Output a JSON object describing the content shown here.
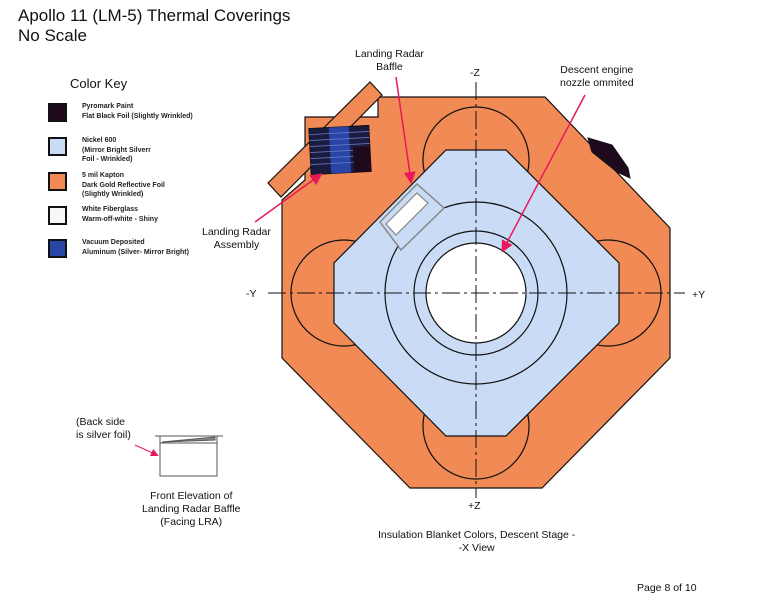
{
  "title": {
    "line1": "Apollo 11 (LM-5) Thermal Coverings",
    "line2": "No Scale"
  },
  "color_key": {
    "title": "Color Key",
    "items": [
      {
        "color": "#1e0a1c",
        "lines": [
          "Pyromark Paint",
          "Flat Black Foil (Slightly Wrinkled)"
        ]
      },
      {
        "color": "#c9dbf5",
        "lines": [
          "Nickel 600",
          "(Mirror Bright Silverr",
          "Foil - Wrinkled)"
        ]
      },
      {
        "color": "#f28a55",
        "lines": [
          "5 mil Kapton",
          "Dark Gold Reflective Foil",
          "(Slightly Wrinkled)"
        ]
      },
      {
        "color": "#f8f8f8",
        "lines": [
          "White Fiberglass",
          "Warm-off-white - Shiny"
        ]
      },
      {
        "color": "#2a45a8",
        "lines": [
          "Vacuum Deposited",
          "Aluminum (Silver- Mirror Bright)"
        ]
      }
    ]
  },
  "labels": {
    "baffle": [
      "Landing Radar",
      "Baffle"
    ],
    "nozzle": [
      "Descent engine",
      "nozzle ommited"
    ],
    "assembly": [
      "Landing Radar",
      "Assembly"
    ],
    "axis_minus_z": "-Z",
    "axis_plus_z": "+Z",
    "axis_minus_y": "-Y",
    "axis_plus_y": "+Y",
    "back_side": [
      "(Back side",
      "is silver foil)"
    ],
    "front_elevation": [
      "Front Elevation of",
      "Landing Radar Baffle",
      "(Facing LRA)"
    ],
    "caption": [
      "Insulation Blanket Colors, Descent Stage -",
      "-X View"
    ]
  },
  "footer": {
    "page": "Page 8 of 10"
  },
  "colors": {
    "kapton": "#f28a55",
    "nickel": "#c9dbf5",
    "arrow": "#e8195a"
  }
}
